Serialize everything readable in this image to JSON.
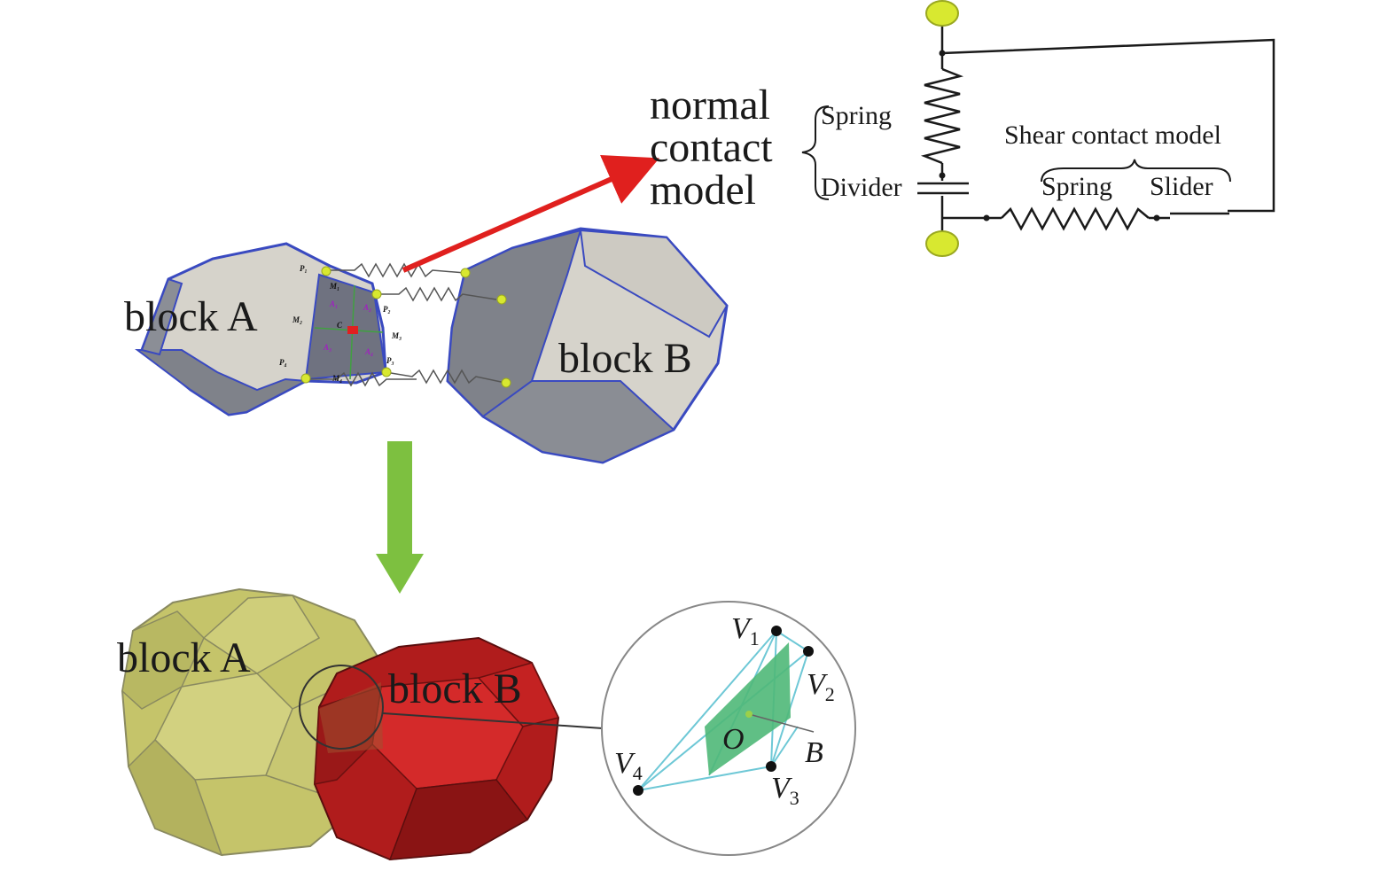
{
  "labels": {
    "normal_contact_model": [
      "normal",
      "contact",
      "model"
    ],
    "spring_normal": "Spring",
    "divider": "Divider",
    "shear_contact_model": "Shear contact model",
    "spring_shear": "Spring",
    "slider": "Slider",
    "top_block_a": "block A",
    "top_block_b": "block B",
    "bottom_block_a": "block A",
    "bottom_block_b": "block B"
  },
  "face_labels": {
    "p1": "P₁",
    "p2": "P₂",
    "p3": "P₃",
    "p4": "P₄",
    "m1": "M₁",
    "m2": "M₂",
    "m3": "M₃",
    "m4": "M₄",
    "a1": "A₁",
    "a2": "A₂",
    "a3": "A₃",
    "a4": "A₄",
    "c": "C"
  },
  "inset": {
    "v1": "V",
    "v1_sub": "1",
    "v2": "V",
    "v2_sub": "2",
    "v3": "V",
    "v3_sub": "3",
    "v4": "V",
    "v4_sub": "4",
    "o": "O",
    "b": "B"
  },
  "colors": {
    "red_arrow": "#e0201e",
    "green_arrow": "#7dc040",
    "node_yellow": "#d8e830",
    "block_gray": "#8a8d94",
    "block_light": "#d6d3cb",
    "block_edge": "#3a4ac0",
    "olive": "#c5c46a",
    "crimson": "#b01c1c",
    "inset_teal": "#6ec8d6",
    "inset_green": "#4fb878"
  }
}
